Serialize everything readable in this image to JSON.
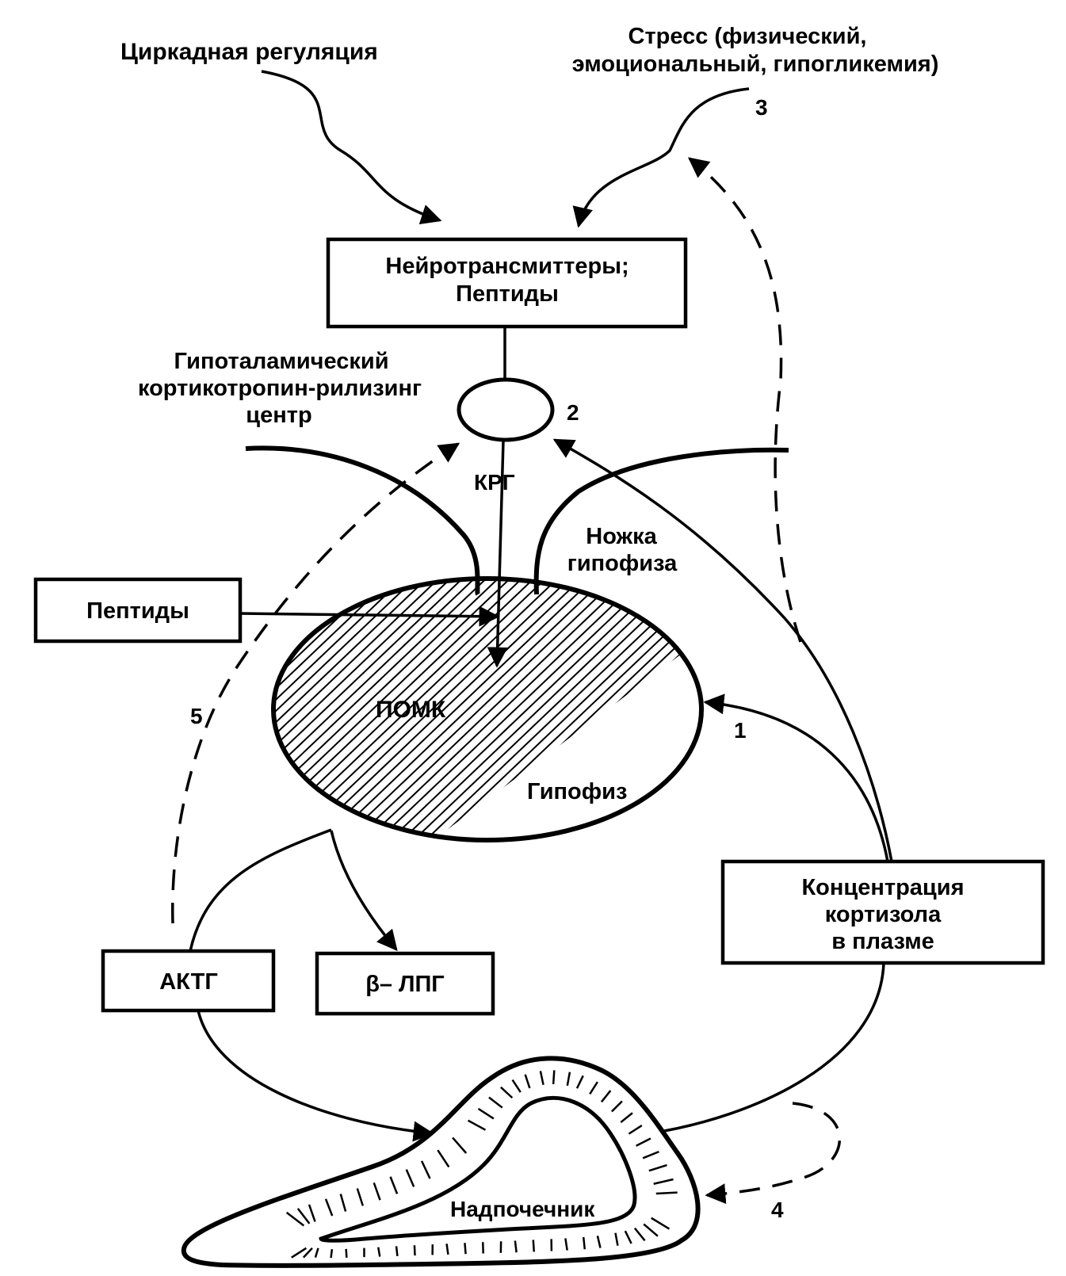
{
  "labels": {
    "circadian": "Циркадная регуляция",
    "stress_line1": "Стресс (физический,",
    "stress_line2": "эмоциональный, гипогликемия)",
    "neuro_line1": "Нейротрансмиттеры;",
    "neuro_line2": "Пептиды",
    "hypo_line1": "Гипоталамический",
    "hypo_line2": "кортикотропин-рилизинг",
    "hypo_line3": "центр",
    "crh": "КРГ",
    "stalk_line1": "Ножка",
    "stalk_line2": "гипофиза",
    "peptides": "Пептиды",
    "pomc": "ПОМК",
    "pituitary": "Гипофиз",
    "cortisol_line1": "Концентрация",
    "cortisol_line2": "кортизола",
    "cortisol_line3": "в плазме",
    "acth": "АКТГ",
    "blpg": "β– ЛПГ",
    "adrenal": "Надпочечник"
  },
  "pathway_numbers": {
    "n1": "1",
    "n2": "2",
    "n3": "3",
    "n4": "4",
    "n5": "5"
  },
  "colors": {
    "ink": "#000000",
    "paper": "#ffffff"
  }
}
